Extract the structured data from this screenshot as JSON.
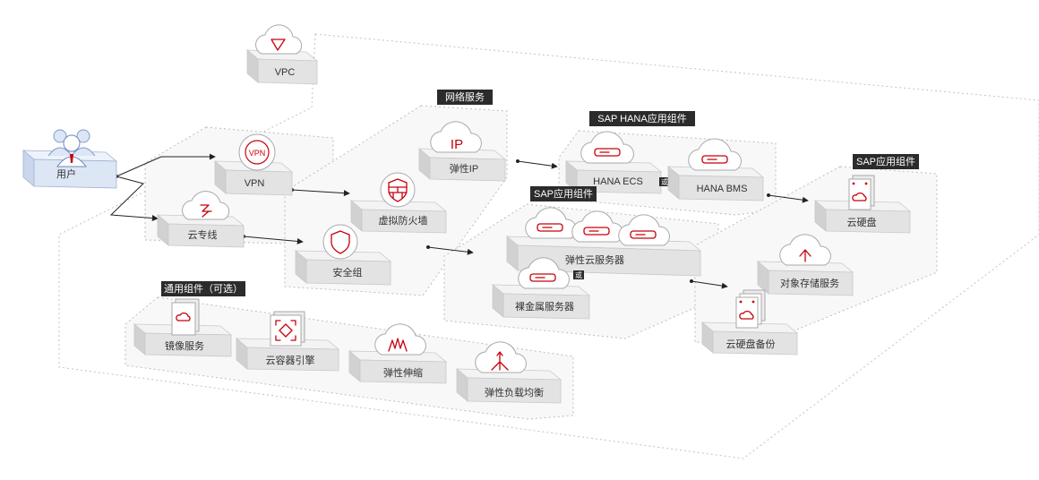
{
  "colors": {
    "accent": "#c7000b",
    "tag_bg": "#2b2b2b",
    "user_tile": "#dde6f4"
  },
  "groups": {
    "network_services": "网络服务",
    "sap_hana_components": "SAP HANA应用组件",
    "sap_components": "SAP应用组件",
    "sap_components_right": "SAP应用组件",
    "common_components": "通用组件（可选）"
  },
  "nodes": {
    "vpc": {
      "label": "VPC",
      "icon": "vpc-icon"
    },
    "user": {
      "label": "用户",
      "icon": "users-icon"
    },
    "vpn": {
      "label": "VPN",
      "icon": "vpn-icon"
    },
    "direct_connect": {
      "label": "云专线",
      "icon": "direct-connect-icon"
    },
    "eip": {
      "label": "弹性IP",
      "icon": "eip-icon"
    },
    "firewall": {
      "label": "虚拟防火墙",
      "icon": "firewall-icon"
    },
    "security_group": {
      "label": "安全组",
      "icon": "security-group-icon"
    },
    "hana_ecs": {
      "label": "HANA ECS",
      "icon": "server-icon"
    },
    "hana_bms": {
      "label": "HANA BMS",
      "icon": "server-icon"
    },
    "or_badge_hana": "或",
    "ecs": {
      "label": "弹性云服务器",
      "icon": "server-icon"
    },
    "bms": {
      "label": "裸金属服务器",
      "icon": "server-icon"
    },
    "or_badge_sap": "或",
    "evs": {
      "label": "云硬盘",
      "icon": "disk-icon"
    },
    "obs": {
      "label": "对象存储服务",
      "icon": "storage-upload-icon"
    },
    "vbs": {
      "label": "云硬盘备份",
      "icon": "disk-backup-icon"
    },
    "ims": {
      "label": "镜像服务",
      "icon": "image-icon"
    },
    "cce": {
      "label": "云容器引擎",
      "icon": "container-icon"
    },
    "as": {
      "label": "弹性伸缩",
      "icon": "autoscaling-icon"
    },
    "elb": {
      "label": "弹性负载均衡",
      "icon": "load-balancer-icon"
    }
  }
}
